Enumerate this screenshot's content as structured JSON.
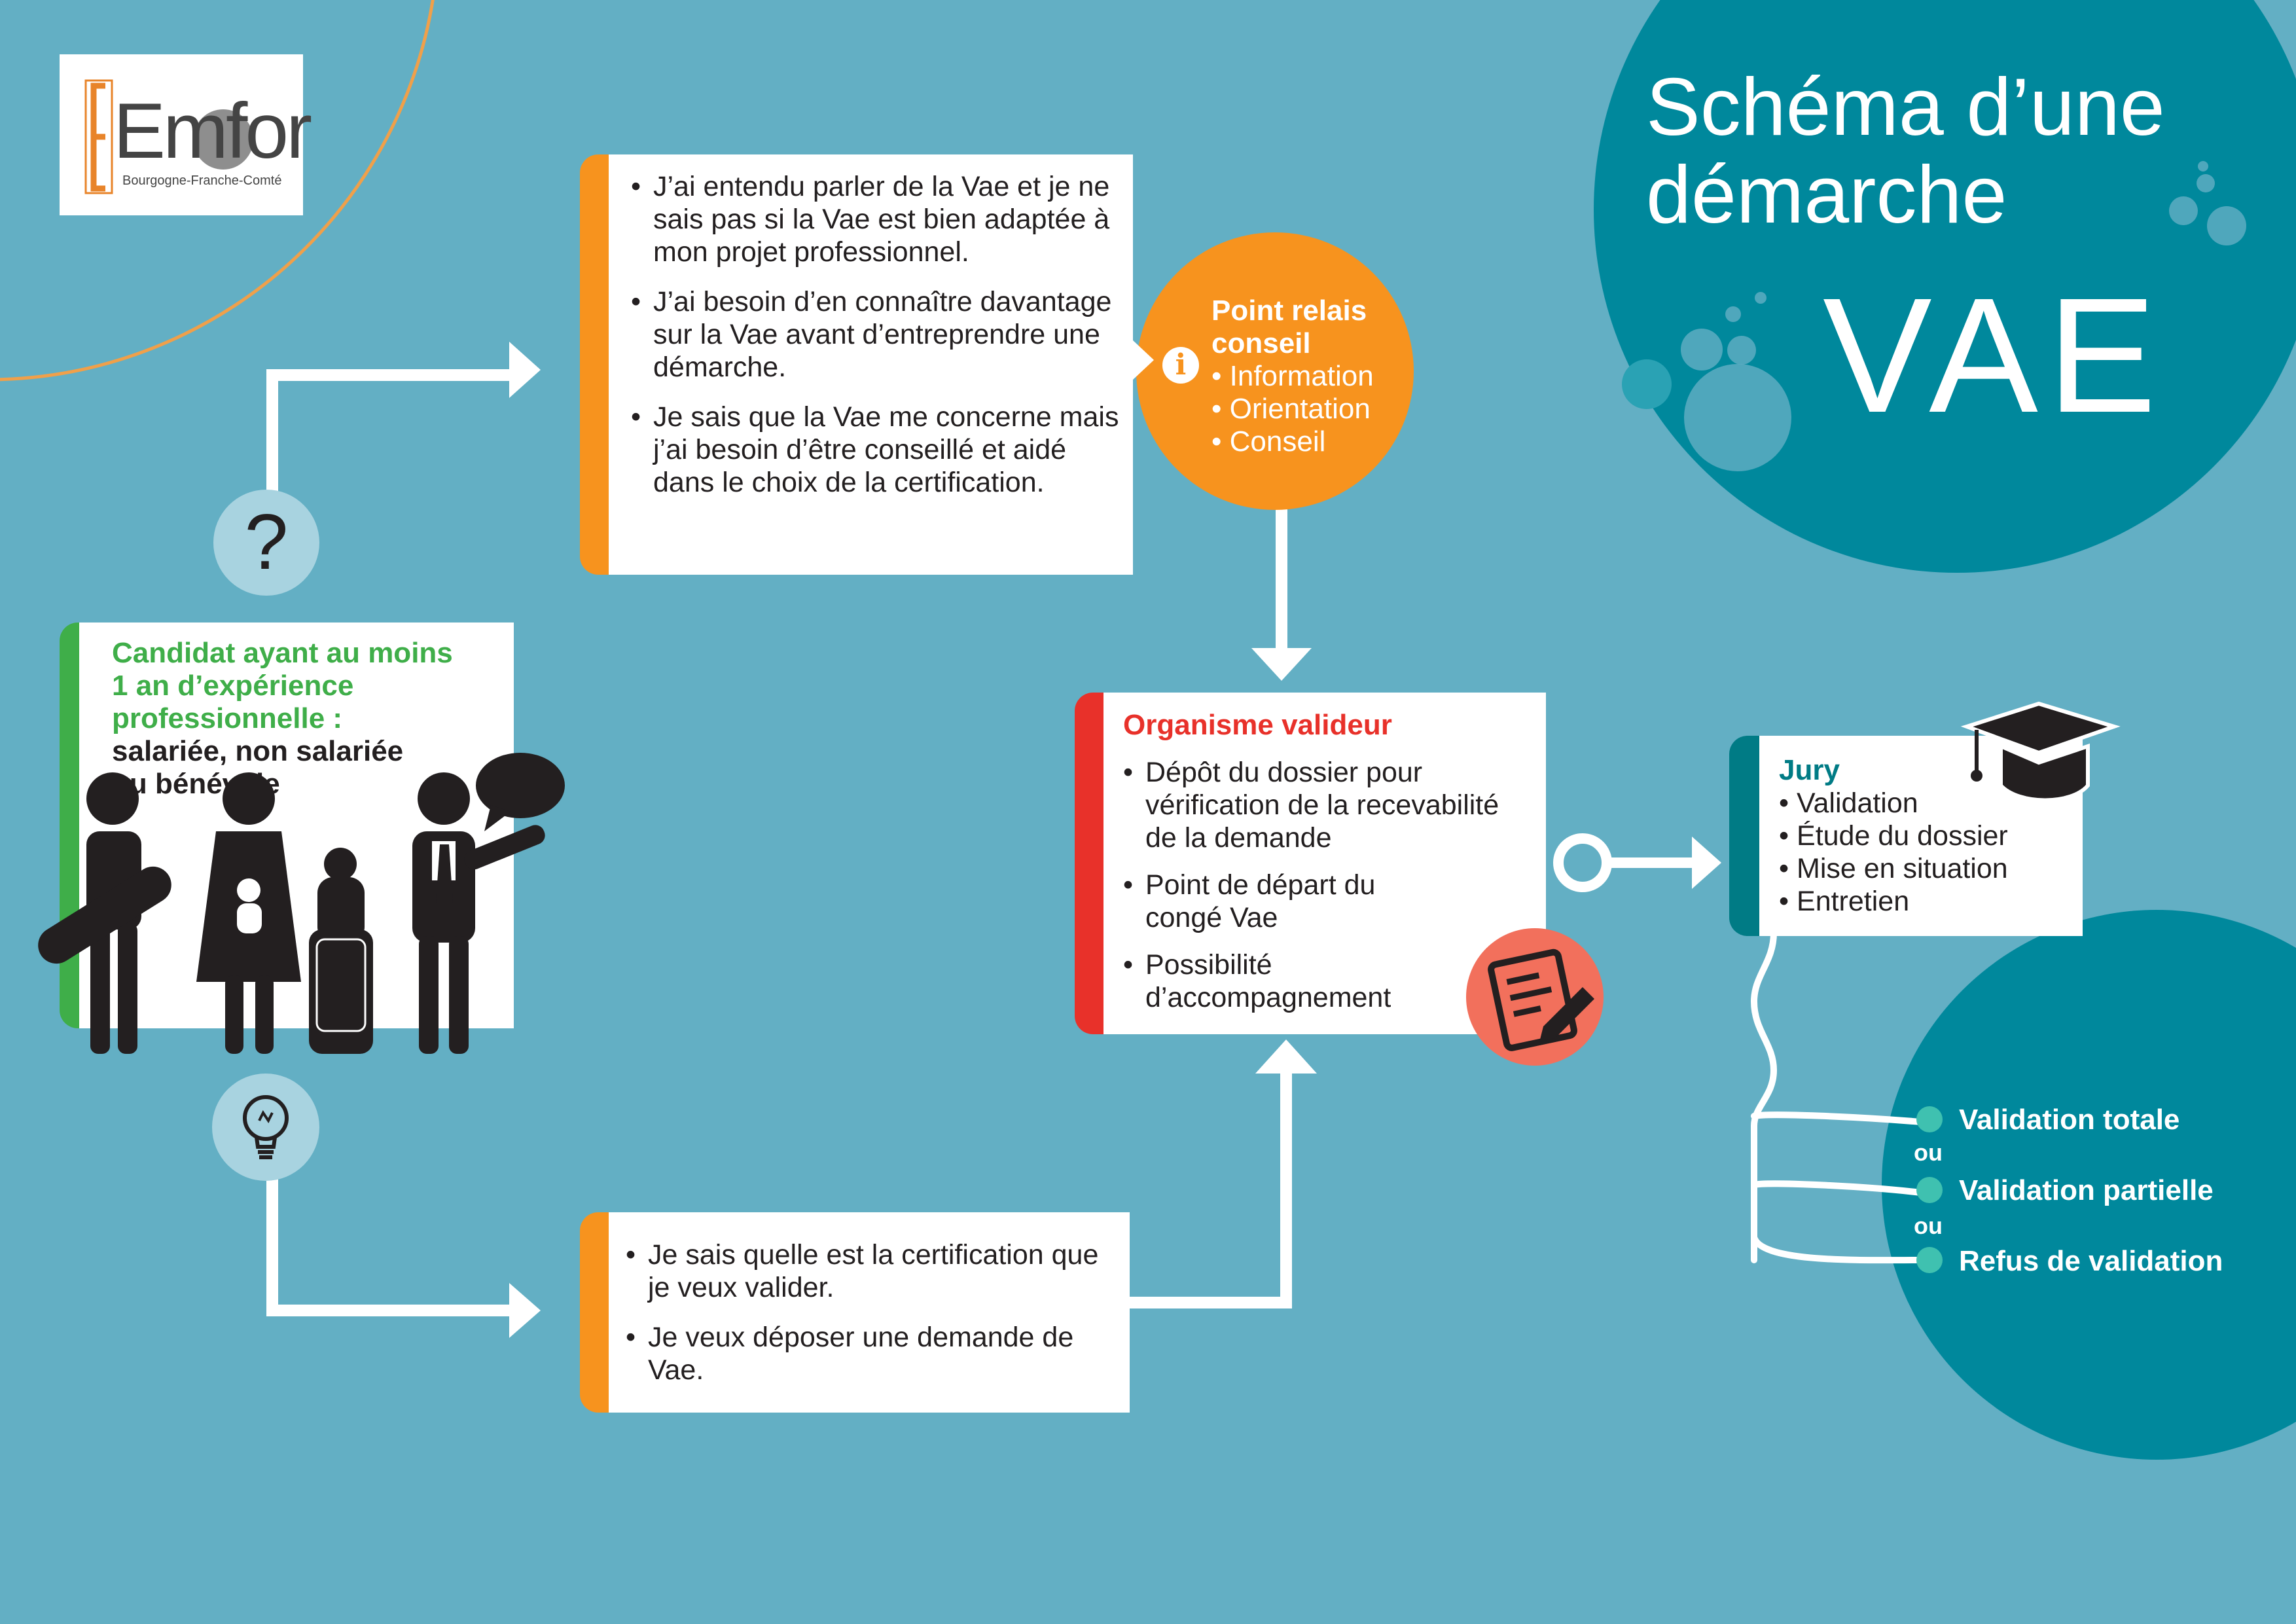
{
  "logo": {
    "word": "Emfor",
    "subtitle": "Bourgogne-Franche-Comté"
  },
  "title": {
    "line1": "Schéma d’une",
    "line2": "démarche",
    "acronym": "VAE"
  },
  "candidate": {
    "lines_green": [
      "Candidat ayant au moins",
      "1 an d’expérience",
      "professionnelle :"
    ],
    "lines_dark": [
      "salariée, non salariée",
      "ou bénévole"
    ]
  },
  "question_box": {
    "items": [
      "J’ai entendu parler de la Vae et je ne sais pas si la Vae est bien adaptée à mon projet professionnel.",
      "J’ai besoin d’en connaître davantage sur la Vae avant d’entreprendre une démarche.",
      "Je sais que la Vae me concerne mais j’ai besoin d’être conseillé et aidé dans le choix de la certification."
    ]
  },
  "idea_box": {
    "items": [
      "Je sais quelle est la certification que je veux valider.",
      "Je veux déposer une demande de Vae."
    ]
  },
  "relay": {
    "title": "Point relais conseil",
    "items": [
      "Information",
      "Orientation",
      "Conseil"
    ]
  },
  "organisme": {
    "title": "Organisme valideur",
    "items": [
      "Dépôt du dossier pour vérification de la recevabilité de la demande",
      "Point de départ du congé Vae",
      "Possibilité d’accompagnement"
    ]
  },
  "jury": {
    "title": "Jury",
    "items": [
      "Validation",
      "Étude du dossier",
      "Mise en situation",
      "Entretien"
    ]
  },
  "results": {
    "total": "Validation totale",
    "or1": "ou",
    "partial": "Validation partielle",
    "or2": "ou",
    "refusal": "Refus de validation"
  },
  "colors": {
    "background": "#63afc4",
    "teal": "#00889c",
    "orange": "#f7931e",
    "green": "#3fae49",
    "red": "#e8312a",
    "dark_teal": "#007b85",
    "salmon": "#f2705c"
  },
  "icons": [
    "question-icon",
    "lightbulb-icon",
    "info-icon",
    "graduation-cap-icon",
    "document-pen-icon",
    "people-icon"
  ]
}
